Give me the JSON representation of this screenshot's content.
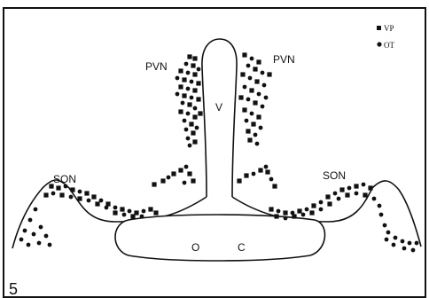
{
  "figure": {
    "panel_number": "5",
    "colors": {
      "ink": "#111111",
      "background": "#ffffff"
    }
  },
  "legend": [
    {
      "marker": "square",
      "label": "VP"
    },
    {
      "marker": "circle",
      "label": "OT"
    }
  ],
  "labels": {
    "pvn_left": "PVN",
    "pvn_right": "PVN",
    "son_left": "SON",
    "son_right": "SON",
    "ventricle": "V",
    "optic_chiasm_o": "O",
    "optic_chiasm_c": "C"
  }
}
